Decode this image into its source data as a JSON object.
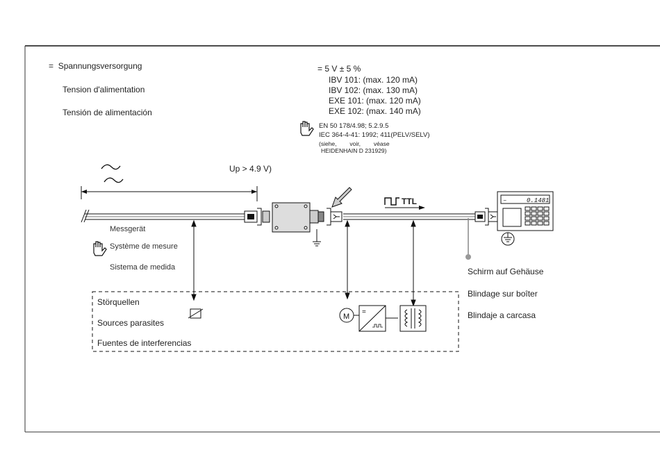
{
  "supply": {
    "prefix": "=",
    "label_de": "Spannungsversorgung",
    "label_fr": "Tension d'alimentation",
    "label_es": "Tensión de alimentación"
  },
  "voltage": {
    "spec": "= 5 V ± 5 %",
    "lines": [
      "IBV 101: (max. 120 mA)",
      "IBV 102: (max. 130 mA)",
      "EXE 101: (max. 120 mA)",
      "EXE 102: (max. 140 mA)"
    ]
  },
  "standards": {
    "line1": "EN 50 178/4.98; 5.2.9.5",
    "line2": "IEC 364-4-41: 1992; 411(PELV/SELV)",
    "line3": "(siehe,        voir,        véase",
    "line4": "HEIDENHAIN D 231929)"
  },
  "up_label": "Up > 4.9 V)",
  "ttl_label": "TTL",
  "display_value": "0.1481",
  "display_sign": "–",
  "measuring_device": {
    "de": "Messgerät",
    "fr": "Système de mesure",
    "es": "Sistema de medida"
  },
  "shield": {
    "de": "Schirm auf Gehäuse",
    "fr": "Blindage sur boîter",
    "es": "Blindaje a carcasa"
  },
  "noise": {
    "de": "Störquellen",
    "fr": "Sources parasites",
    "es": "Fuentes de interferencias"
  },
  "motor_symbol": "M",
  "converter_symbol": "="
}
